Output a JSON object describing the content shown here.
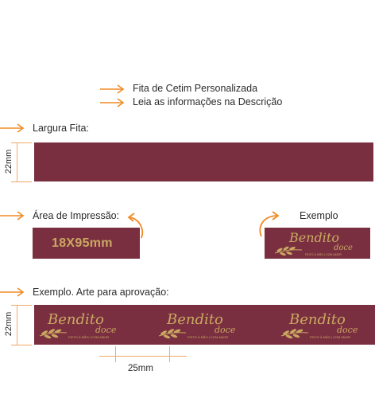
{
  "colors": {
    "ribbon": "#7a2f40",
    "gold": "#c9a961",
    "arrow": "#f08a24",
    "dim_line": "#f0a868"
  },
  "header": {
    "line1": "Fita de Cetim Personalizada",
    "line2": "Leia as informações na Descrição"
  },
  "section_width": {
    "label": "Largura Fita:",
    "height_dim": "22mm"
  },
  "section_print": {
    "label": "Área de Impressão:",
    "print_size": "18X95mm",
    "example_label": "Exemplo"
  },
  "logo": {
    "name": "Bendito doce",
    "tagline": "FEITO À MÃO | COM AMOR"
  },
  "section_approval": {
    "label": "Exemplo. Arte para aprovação:",
    "height_dim": "22mm",
    "spacing_dim": "25mm"
  },
  "icons": [
    "arrow-right-icon",
    "curved-arrow-icon",
    "leaf-branch-icon"
  ]
}
